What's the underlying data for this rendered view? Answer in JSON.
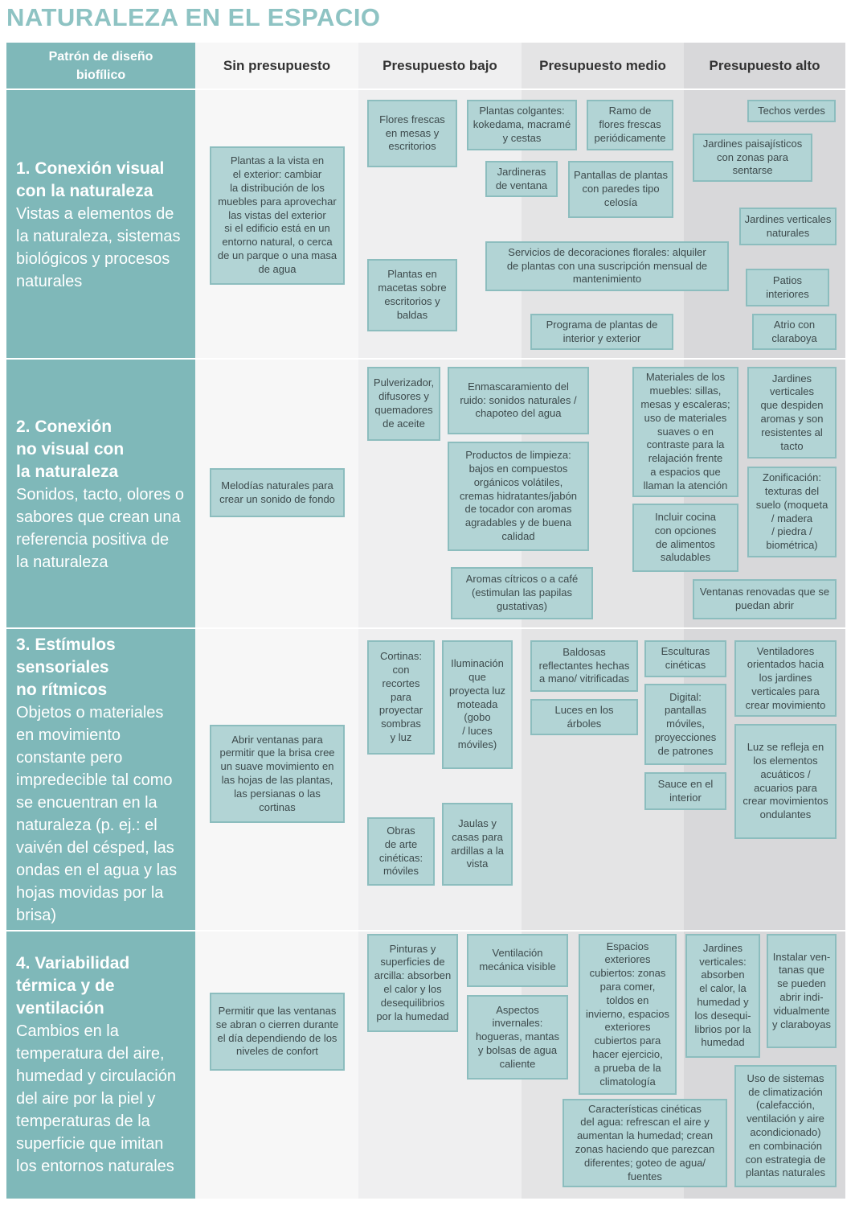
{
  "page_title": "NATURALEZA EN EL ESPACIO",
  "colors": {
    "title": "#8ec3c3",
    "header_teal": "#7fb8b9",
    "box_fill": "#b2d4d5",
    "box_border": "#8cbdbe",
    "col_sin": "#f7f7f7",
    "col_bajo": "#efeff0",
    "col_medio": "#e4e4e5",
    "col_alto": "#d8d8da"
  },
  "headers": {
    "pattern": "Patrón de diseño\nbiofílico",
    "sin": "Sin presupuesto",
    "bajo": "Presupuesto bajo",
    "medio": "Presupuesto medio",
    "alto": "Presupuesto alto"
  },
  "rows": [
    {
      "title": "1. Conexión visual\ncon la naturaleza",
      "desc": "Vistas a elementos de\nla naturaleza, sistemas\nbiológicos y procesos\nnaturales",
      "boxes": [
        "Plantas a la vista en\nel exterior: cambiar\nla distribución de los\nmuebles para aprovechar\nlas vistas del exterior\nsi el edificio está en un\nentorno natural, o cerca\nde un parque o una masa\nde agua",
        "Flores frescas\nen mesas y\nescritorios",
        "Plantas colgantes:\nkokedama, macramé\ny cestas",
        "Ramo de\nflores frescas\nperiódicamente",
        "Techos verdes",
        "Jardines paisajísticos\ncon zonas para\nsentarse",
        "Jardineras\nde ventana",
        "Pantallas de plantas\ncon paredes tipo\ncelosía",
        "Jardines verticales\nnaturales",
        "Servicios de decoraciones florales: alquiler\nde plantas con una suscripción mensual de\nmantenimiento",
        "Plantas en\nmacetas sobre\nescritorios y\nbaldas",
        "Patios\ninteriores",
        "Programa de plantas de\ninterior y exterior",
        "Atrio con\nclaraboya"
      ]
    },
    {
      "title": "2. Conexión\nno visual con\nla naturaleza",
      "desc": "Sonidos, tacto, olores o\nsabores que crean una\nreferencia positiva de\nla naturaleza",
      "boxes": [
        "Melodías naturales para\ncrear un sonido de fondo",
        "Pulverizador,\ndifusores y\nquemadores\nde aceite",
        "Enmascaramiento del\nruido: sonidos naturales /\nchapoteo del agua",
        "Materiales de los\nmuebles: sillas,\nmesas y escaleras;\nuso de materiales\nsuaves o en\ncontraste para la\nrelajación frente\na espacios que\nllaman la atención",
        "Jardines\nverticales\nque despiden\naromas y son\nresistentes al\ntacto",
        "Productos de limpieza:\nbajos en compuestos\norgánicos volátiles,\ncremas hidratantes/jabón\nde tocador con aromas\nagradables y de buena\ncalidad",
        "Zonificación:\ntexturas del\nsuelo (moqueta\n/ madera\n/ piedra /\nbiométrica)",
        "Incluir cocina\ncon opciones\nde alimentos\nsaludables",
        "Aromas cítricos o a café\n(estimulan las papilas\ngustativas)",
        "Ventanas renovadas que se\npuedan abrir"
      ]
    },
    {
      "title": "3. Estímulos\nsensoriales\nno rítmicos",
      "desc": "Objetos o materiales\nen movimiento\nconstante pero\nimpredecible tal como\nse encuentran en la\nnaturaleza (p. ej.: el\nvaivén del césped, las\nondas en el agua y las\nhojas movidas por la\nbrisa)",
      "boxes": [
        "Abrir ventanas para\npermitir que la brisa cree\nun suave movimiento en\nlas hojas de las plantas,\nlas persianas o las\ncortinas",
        "Cortinas:\ncon\nrecortes\npara\nproyectar\nsombras\ny luz",
        "Iluminación\nque\nproyecta luz\nmoteada\n(gobo\n/ luces\nmóviles)",
        "Baldosas\nreflectantes hechas\na mano/ vitrificadas",
        "Esculturas\ncinéticas",
        "Ventiladores\norientados hacia\nlos jardines\nverticales para\ncrear movimiento",
        "Luces en los\nárboles",
        "Digital:\npantallas\nmóviles,\nproyecciones\nde patrones",
        "Luz se refleja en\nlos elementos\nacuáticos /\nacuarios para\ncrear movimientos\nondulantes",
        "Sauce en el\ninterior",
        "Obras\nde arte\ncinéticas:\nmóviles",
        "Jaulas y\ncasas para\nardillas a la\nvista"
      ]
    },
    {
      "title": "4. Variabilidad\ntérmica y de\nventilación",
      "desc": "Cambios en la\ntemperatura del aire,\nhumedad y circulación\ndel aire por la piel y\ntemperaturas de la\nsuperficie que imitan\nlos entornos naturales",
      "boxes": [
        "Permitir que las ventanas\nse abran o cierren durante\nel día dependiendo de los\nniveles de confort",
        "Pinturas y\nsuperficies de\narcilla: absorben\nel calor y los\ndesequilibrios\npor la humedad",
        "Ventilación\nmecánica visible",
        "Espacios\nexteriores\ncubiertos: zonas\npara comer,\ntoldos en\ninvierno, espacios\nexteriores\ncubiertos para\nhacer ejercicio,\na prueba de la\nclimatología",
        "Jardines\nverticales:\nabsorben\nel calor, la\nhumedad y\nlos desequi-\nlibrios por la\nhumedad",
        "Instalar ven-\ntanas que\nse pueden\nabrir indi-\nvidualmente\ny claraboyas",
        "Aspectos\ninvernales:\nhogueras, mantas\ny bolsas de agua\ncaliente",
        "Uso de sistemas\nde climatización\n(calefacción,\nventilación y aire\nacondicionado)\nen combinación\ncon estrategia de\nplantas naturales",
        "Características cinéticas\ndel agua: refrescan el aire y\naumentan la humedad; crean\nzonas haciendo que parezcan\ndiferentes; goteo de agua/\nfuentes"
      ]
    }
  ]
}
